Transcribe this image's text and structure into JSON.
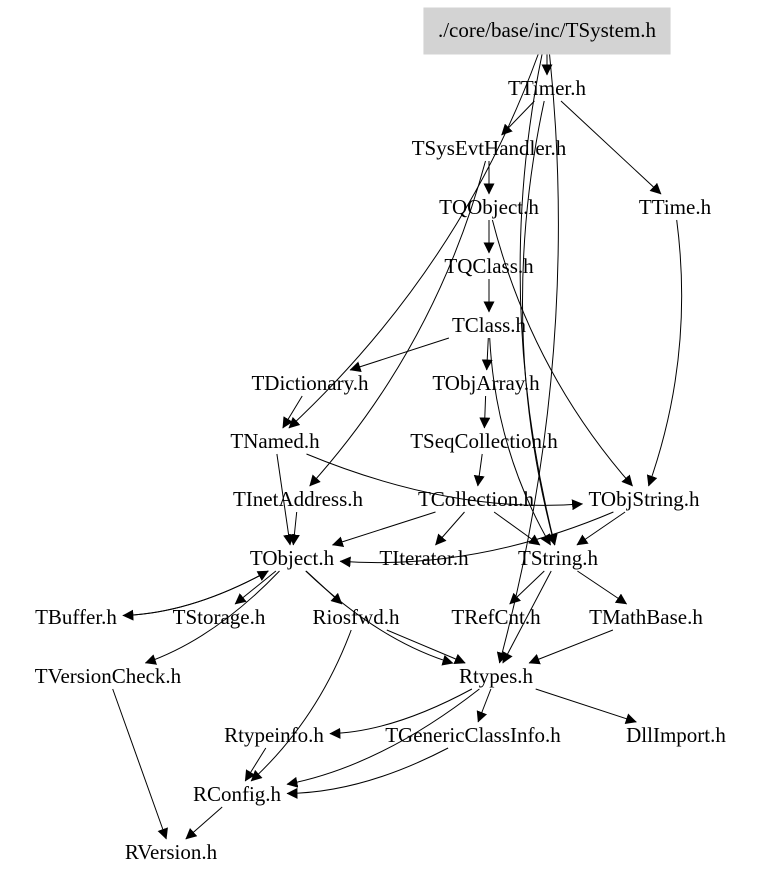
{
  "colors": {
    "background": "#ffffff",
    "root_fill": "#d3d3d3",
    "ink": "#000000"
  },
  "nodes": [
    {
      "id": "tsystem",
      "label": "./core/base/inc/TSystem.h",
      "root": true
    },
    {
      "id": "ttimer",
      "label": "TTimer.h"
    },
    {
      "id": "tsysevthandler",
      "label": "TSysEvtHandler.h"
    },
    {
      "id": "tqobject",
      "label": "TQObject.h"
    },
    {
      "id": "ttime",
      "label": "TTime.h"
    },
    {
      "id": "tqclass",
      "label": "TQClass.h"
    },
    {
      "id": "tclass",
      "label": "TClass.h"
    },
    {
      "id": "tdictionary",
      "label": "TDictionary.h"
    },
    {
      "id": "tobjarray",
      "label": "TObjArray.h"
    },
    {
      "id": "tnamed",
      "label": "TNamed.h"
    },
    {
      "id": "tseqcollection",
      "label": "TSeqCollection.h"
    },
    {
      "id": "tinetaddress",
      "label": "TInetAddress.h"
    },
    {
      "id": "tcollection",
      "label": "TCollection.h"
    },
    {
      "id": "tobjstring",
      "label": "TObjString.h"
    },
    {
      "id": "tobject",
      "label": "TObject.h"
    },
    {
      "id": "titerator",
      "label": "TIterator.h"
    },
    {
      "id": "tstring",
      "label": "TString.h"
    },
    {
      "id": "tbuffer",
      "label": "TBuffer.h"
    },
    {
      "id": "tstorage",
      "label": "TStorage.h"
    },
    {
      "id": "riosfwd",
      "label": "Riosfwd.h"
    },
    {
      "id": "trefcnt",
      "label": "TRefCnt.h"
    },
    {
      "id": "tmathbase",
      "label": "TMathBase.h"
    },
    {
      "id": "tversioncheck",
      "label": "TVersionCheck.h"
    },
    {
      "id": "rtypes",
      "label": "Rtypes.h"
    },
    {
      "id": "rtypeinfo",
      "label": "Rtypeinfo.h"
    },
    {
      "id": "tgenericclassinfo",
      "label": "TGenericClassInfo.h"
    },
    {
      "id": "dllimport",
      "label": "DllImport.h"
    },
    {
      "id": "rconfig",
      "label": "RConfig.h"
    },
    {
      "id": "rversion",
      "label": "RVersion.h"
    }
  ],
  "edges": [
    {
      "from": "tsystem",
      "to": "ttimer"
    },
    {
      "from": "tsystem",
      "to": "tnamed"
    },
    {
      "from": "tsystem",
      "to": "tstring"
    },
    {
      "from": "tsystem",
      "to": "rtypes"
    },
    {
      "from": "ttimer",
      "to": "tsysevthandler"
    },
    {
      "from": "ttimer",
      "to": "ttime"
    },
    {
      "from": "ttimer",
      "to": "tstring"
    },
    {
      "from": "tsysevthandler",
      "to": "tqobject"
    },
    {
      "from": "tsysevthandler",
      "to": "tinetaddress"
    },
    {
      "from": "tqobject",
      "to": "tqclass"
    },
    {
      "from": "tqobject",
      "to": "tobjstring"
    },
    {
      "from": "tqclass",
      "to": "tclass"
    },
    {
      "from": "tclass",
      "to": "tdictionary"
    },
    {
      "from": "tclass",
      "to": "tobjarray"
    },
    {
      "from": "tclass",
      "to": "tstring"
    },
    {
      "from": "tdictionary",
      "to": "tnamed"
    },
    {
      "from": "tobjarray",
      "to": "tseqcollection"
    },
    {
      "from": "tnamed",
      "to": "tobject"
    },
    {
      "from": "tnamed",
      "to": "tobjstring"
    },
    {
      "from": "tseqcollection",
      "to": "tcollection"
    },
    {
      "from": "tinetaddress",
      "to": "tobject"
    },
    {
      "from": "tcollection",
      "to": "tobject"
    },
    {
      "from": "tcollection",
      "to": "titerator"
    },
    {
      "from": "tcollection",
      "to": "tstring"
    },
    {
      "from": "tobjstring",
      "to": "tobject"
    },
    {
      "from": "tobjstring",
      "to": "tstring"
    },
    {
      "from": "ttime",
      "to": "tobjstring"
    },
    {
      "from": "tobject",
      "to": "tbuffer"
    },
    {
      "from": "tobject",
      "to": "tstorage"
    },
    {
      "from": "tobject",
      "to": "riosfwd"
    },
    {
      "from": "tobject",
      "to": "tversioncheck"
    },
    {
      "from": "tobject",
      "to": "rtypes"
    },
    {
      "from": "tbuffer",
      "to": "tobject"
    },
    {
      "from": "tstring",
      "to": "trefcnt"
    },
    {
      "from": "tstring",
      "to": "tmathbase"
    },
    {
      "from": "tstring",
      "to": "rtypes"
    },
    {
      "from": "tmathbase",
      "to": "rtypes"
    },
    {
      "from": "riosfwd",
      "to": "rtypes"
    },
    {
      "from": "riosfwd",
      "to": "rconfig"
    },
    {
      "from": "tversioncheck",
      "to": "rversion"
    },
    {
      "from": "rtypes",
      "to": "rtypeinfo"
    },
    {
      "from": "rtypes",
      "to": "tgenericclassinfo"
    },
    {
      "from": "rtypes",
      "to": "dllimport"
    },
    {
      "from": "rtypes",
      "to": "rconfig"
    },
    {
      "from": "rtypeinfo",
      "to": "rconfig"
    },
    {
      "from": "tgenericclassinfo",
      "to": "rconfig"
    },
    {
      "from": "rconfig",
      "to": "rversion"
    }
  ]
}
